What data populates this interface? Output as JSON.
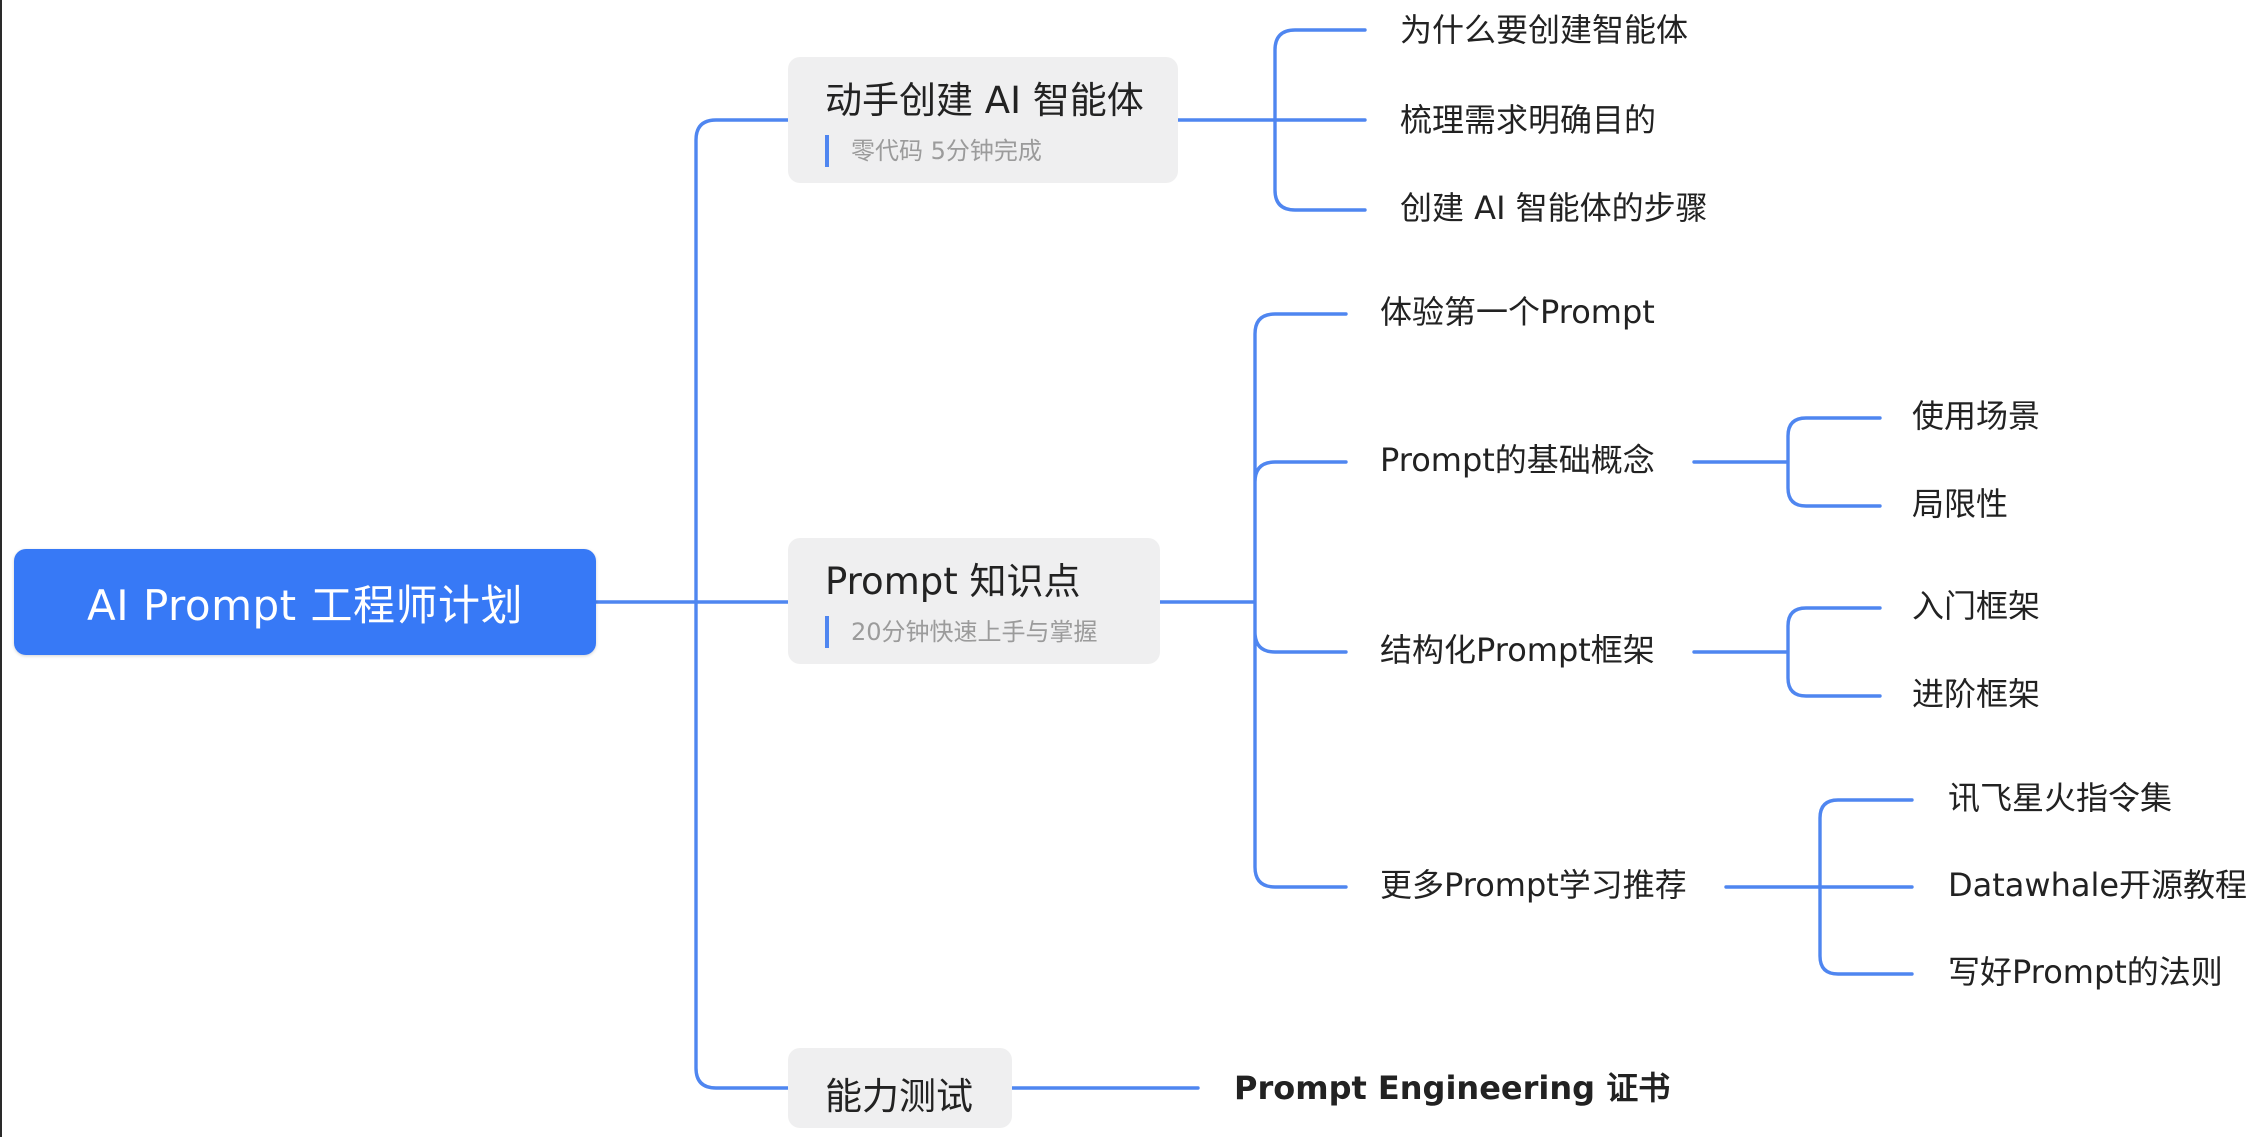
{
  "root": {
    "label": "AI Prompt 工程师计划"
  },
  "branches": [
    {
      "title": "动手创建 AI 智能体",
      "note": "零代码 5分钟完成",
      "children": [
        {
          "label": "为什么要创建智能体"
        },
        {
          "label": "梳理需求明确目的"
        },
        {
          "label": "创建 AI 智能体的步骤"
        }
      ]
    },
    {
      "title": "Prompt 知识点",
      "note": "20分钟快速上手与掌握",
      "children": [
        {
          "label": "体验第一个Prompt",
          "children": []
        },
        {
          "label": "Prompt的基础概念",
          "children": [
            {
              "label": "使用场景"
            },
            {
              "label": "局限性"
            }
          ]
        },
        {
          "label": "结构化Prompt框架",
          "children": [
            {
              "label": "入门框架"
            },
            {
              "label": "进阶框架"
            }
          ]
        },
        {
          "label": "更多Prompt学习推荐",
          "children": [
            {
              "label": "讯飞星火指令集"
            },
            {
              "label": "Datawhale开源教程"
            },
            {
              "label": "写好Prompt的法则"
            }
          ]
        }
      ]
    },
    {
      "title": "能力测试",
      "children": [
        {
          "label": "Prompt Engineering 证书"
        }
      ]
    }
  ],
  "colors": {
    "accent": "#3779f6",
    "connector": "#4f86f0",
    "branch_bg": "#efeff0",
    "note_text": "#9b9b9b"
  }
}
